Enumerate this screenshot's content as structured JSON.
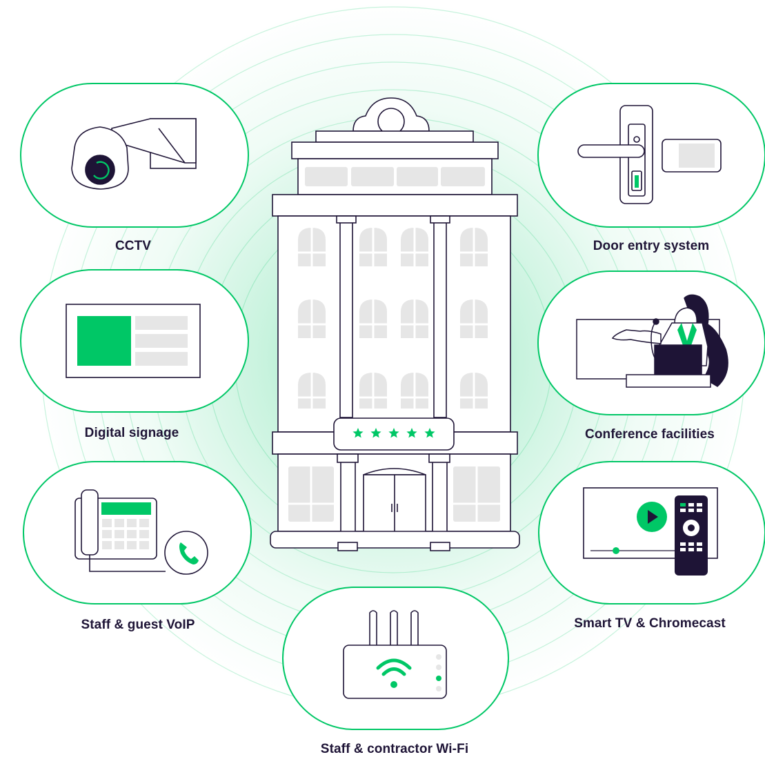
{
  "colors": {
    "accent": "#00c766",
    "ink": "#1e1436",
    "light_fill": "#e6e6e6",
    "glow": "#b8efcf"
  },
  "hotel": {
    "stars": "★★★★★",
    "star_count": 5
  },
  "services": [
    {
      "id": "cctv",
      "label": "CCTV",
      "icon": "cctv-camera-icon"
    },
    {
      "id": "door-entry",
      "label": "Door entry system",
      "icon": "door-lock-icon"
    },
    {
      "id": "digital-signage",
      "label": "Digital signage",
      "icon": "signage-display-icon"
    },
    {
      "id": "conference",
      "label": "Conference facilities",
      "icon": "presenter-icon"
    },
    {
      "id": "voip",
      "label": "Staff & guest VoIP",
      "icon": "desk-phone-icon"
    },
    {
      "id": "smart-tv",
      "label": "Smart TV & Chromecast",
      "icon": "tv-remote-icon"
    },
    {
      "id": "wifi",
      "label": "Staff & contractor Wi-Fi",
      "icon": "wifi-router-icon"
    }
  ]
}
